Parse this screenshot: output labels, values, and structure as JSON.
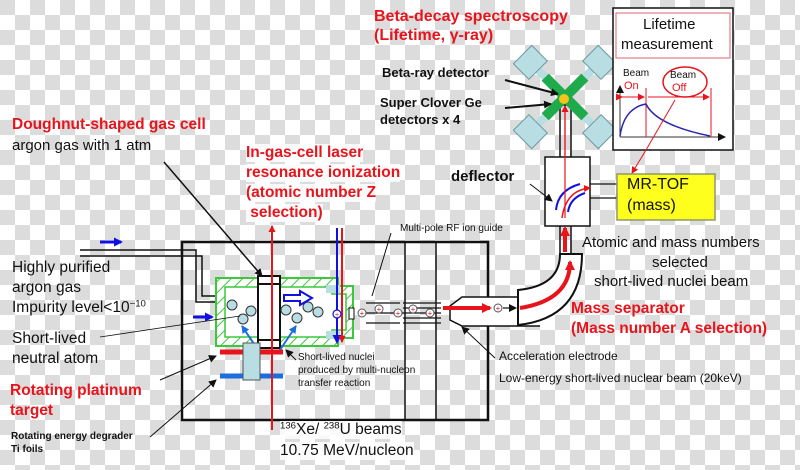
{
  "colors": {
    "red": "#e8141c",
    "blue": "#1010e0",
    "green_cell": "#3cc83c",
    "detector_light": "#b8dde2",
    "detector_green": "#1faa4c",
    "gold": "#f5c518",
    "mrtof_yellow": "#ffff1e"
  },
  "labels": {
    "beta_decay_title": "Beta-decay spectroscopy",
    "beta_decay_sub": "(Lifetime, γ-ray)",
    "beta_ray_detector": "Beta-ray detector",
    "super_clover_1": "Super Clover Ge",
    "super_clover_2": "detectors x 4",
    "lifetime_title_1": "Lifetime",
    "lifetime_title_2": "measurement",
    "beam_on_1": "Beam",
    "beam_on_2": "On",
    "beam_off_1": "Beam",
    "beam_off_2": "Off",
    "gas_cell_title": "Doughnut-shaped gas cell",
    "gas_cell_sub": "argon gas with 1 atm",
    "laser_1": "In-gas-cell laser",
    "laser_2": "resonance ionization",
    "laser_3": "(atomic number Z",
    "laser_4": " selection)",
    "deflector": "deflector",
    "mrtof_1": "MR-TOF",
    "mrtof_2": "(mass)",
    "selected_1": "Atomic and mass numbers",
    "selected_2": "selected",
    "selected_3": "short-lived nuclei beam",
    "rf_guide": "Multi-pole RF ion guide",
    "argon_1": "Highly purified",
    "argon_2": "argon gas",
    "argon_3": "Impurity level<10",
    "argon_3_exp": "−10",
    "neutral_1": "Short-lived",
    "neutral_2": "neutral atom",
    "platinum_1": "Rotating platinum",
    "platinum_2": "target",
    "degrader_1": "Rotating energy degrader",
    "degrader_2": "Ti foils",
    "nuclei_1": "Short-lived nuclei",
    "nuclei_2": "produced by multi-nucleon",
    "nuclei_3": "transfer reaction",
    "mass_sep_1": "Mass separator",
    "mass_sep_2": "(Mass number A selection)",
    "accel": "Acceleration electrode",
    "low_energy": "Low-energy short-lived nuclear beam (20keV)",
    "beams_xe_mass": "136",
    "beams_xe": "Xe/ ",
    "beams_u_mass": "238",
    "beams_u": "U beams",
    "beams_energy": "10.75 MeV/nucleon"
  }
}
